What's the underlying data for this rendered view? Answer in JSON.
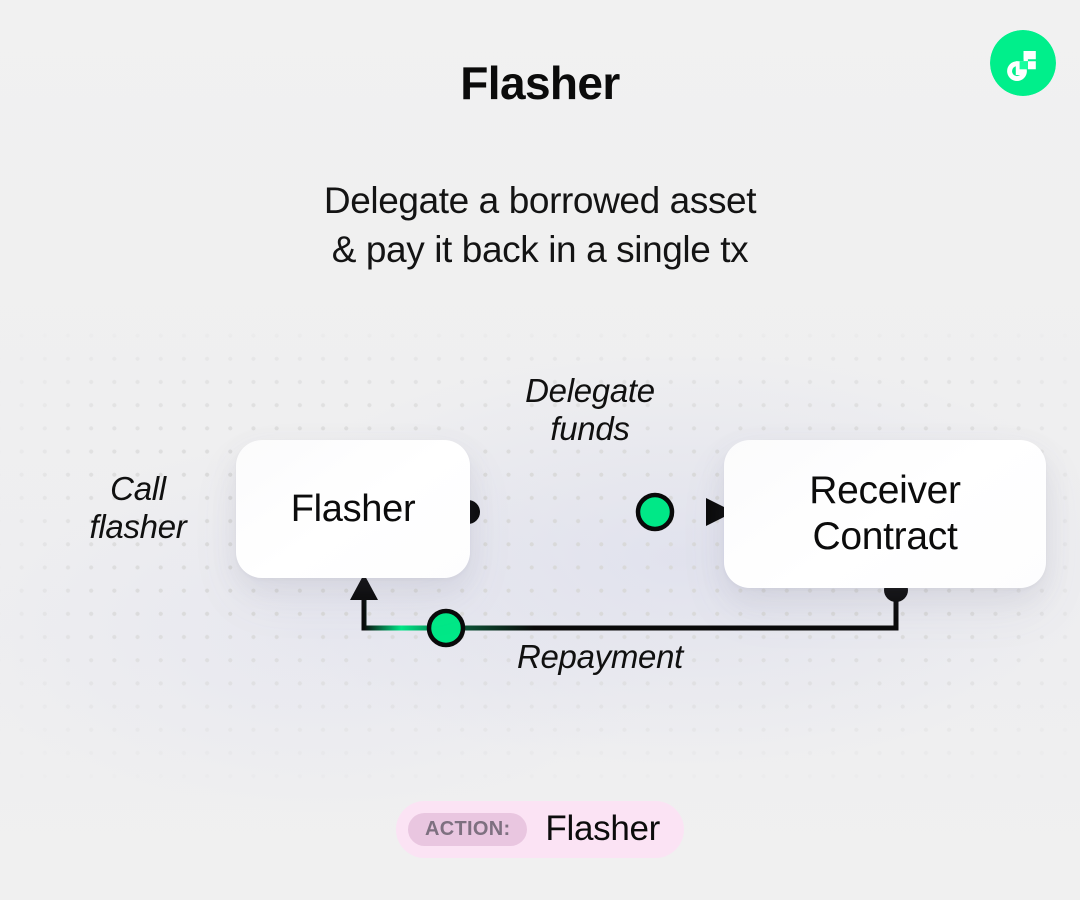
{
  "page": {
    "title": "Flasher",
    "subtitle_lines": [
      "Delegate a borrowed asset",
      "& pay it back in a single tx"
    ]
  },
  "logo": {
    "name": "flow-logo",
    "circle_color": "#00ef8b",
    "mark_color": "#ffffff",
    "accent_color": "#16ff9e"
  },
  "diagram": {
    "nodes": [
      {
        "id": "flasher",
        "label": "Flasher"
      },
      {
        "id": "receiver",
        "label_lines": [
          "Receiver",
          "Contract"
        ]
      }
    ],
    "labels": {
      "call": {
        "lines": [
          "Call",
          "flasher"
        ]
      },
      "delegate": {
        "lines": [
          "Delegate",
          "funds"
        ]
      },
      "repayment": {
        "lines": [
          "Repayment"
        ]
      }
    },
    "edges": [
      {
        "id": "delegate-edge",
        "from": "flasher",
        "to": "receiver",
        "token_color": "#00e887"
      },
      {
        "id": "repayment-edge",
        "from": "receiver",
        "to": "flasher",
        "token_color": "#00e887"
      }
    ],
    "colors": {
      "line": "#0a0a0a",
      "token_fill": "#00e887",
      "token_stroke": "#0a0a0a",
      "dot_grid": "#d9d9d9",
      "node_fill": "#ffffff",
      "background": "#f0f0f0"
    }
  },
  "action_badge": {
    "tag": "ACTION:",
    "value": "Flasher",
    "pill_color": "#fbe3f4",
    "tag_color": "#e9c6e0"
  }
}
